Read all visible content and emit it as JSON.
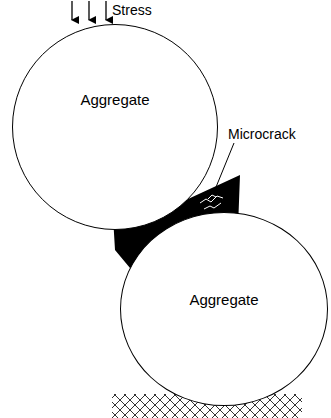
{
  "diagram": {
    "nodes": [
      {
        "text": [
          "Aggregate"
        ]
      },
      {
        "text": [
          "Aggregate"
        ]
      }
    ],
    "labels": [
      "Stress",
      "Microcrack"
    ]
  }
}
